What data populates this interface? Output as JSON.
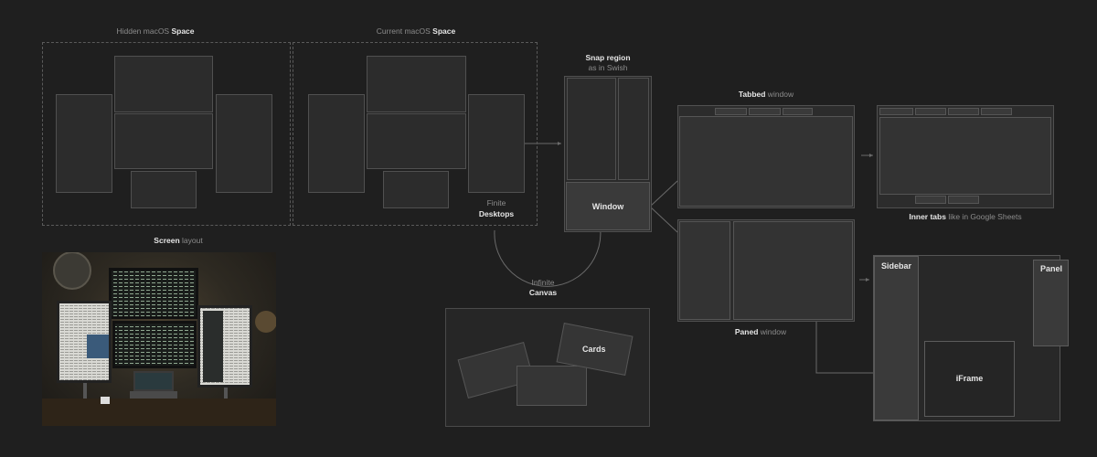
{
  "labels": {
    "hidden_space_pre": "Hidden macOS ",
    "hidden_space_bold": "Space",
    "current_space_pre": "Current macOS ",
    "current_space_bold": "Space",
    "snap_region_bold": "Snap region",
    "snap_region_sub": "as in Swish",
    "window": "Window",
    "finite": "Finite",
    "desktops": "Desktops",
    "infinite": "Infinite",
    "canvas": "Canvas",
    "tabbed_bold": "Tabbed",
    "tabbed_rest": " window",
    "paned_bold": "Paned",
    "paned_rest": " window",
    "inner_tabs_bold": "Inner tabs",
    "inner_tabs_rest": " like in Google Sheets",
    "screen_bold": "Screen",
    "screen_rest": " layout",
    "cards": "Cards",
    "sidebar": "Sidebar",
    "panel": "Panel",
    "iframe": "iFrame"
  },
  "colors": {
    "background": "#1f1f1f",
    "line": "#6a6a6a",
    "bold_text": "#e6e6e6",
    "muted_text": "#8c8c8c"
  },
  "photo": {
    "description_icon": "monitor-setup-photo"
  }
}
